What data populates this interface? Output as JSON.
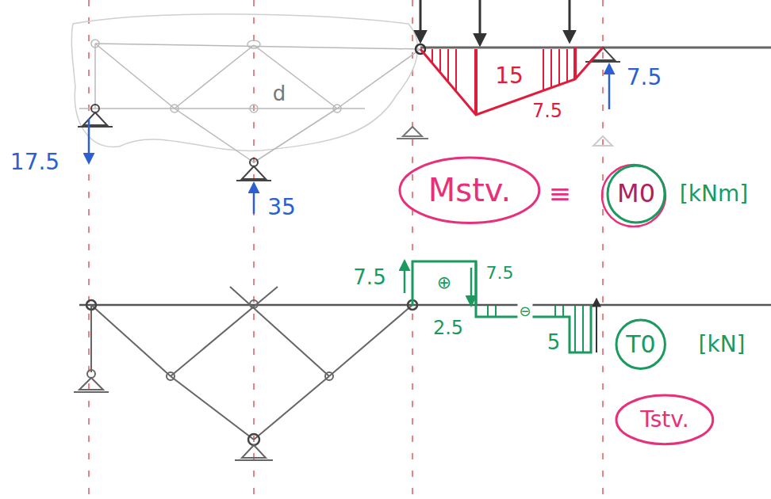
{
  "diagram": {
    "nodes": [
      {
        "text": [
          "Mstv."
        ]
      },
      {
        "text": [
          "M0"
        ]
      },
      {
        "text": [
          "T0"
        ]
      },
      {
        "text": [
          "Tstv."
        ]
      }
    ],
    "labels": [
      "17.5",
      "35",
      "d",
      "15",
      "7.5",
      "7.5",
      "≡",
      "[kNm]",
      "7.5",
      "⊕",
      "7.5",
      "2.5",
      "⊖",
      "5",
      "[kN]"
    ]
  }
}
